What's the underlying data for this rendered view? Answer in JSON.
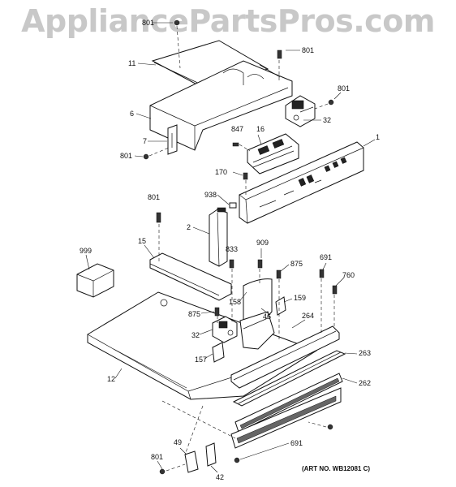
{
  "watermark": "AppliancePartsPros.com",
  "art_number": "(ART NO. WB12081 C)",
  "callouts": {
    "c801a": "801",
    "c801b": "801",
    "c801c": "801",
    "c801d": "801",
    "c801e": "801",
    "c801f": "801",
    "c11": "11",
    "c6": "6",
    "c7": "7",
    "c32a": "32",
    "c32b": "32",
    "c847": "847",
    "c16": "16",
    "c1": "1",
    "c170": "170",
    "c938": "938",
    "c2": "2",
    "c999": "999",
    "c15": "15",
    "c833": "833",
    "c909": "909",
    "c875a": "875",
    "c875b": "875",
    "c691a": "691",
    "c691b": "691",
    "c760": "760",
    "c158": "158",
    "c159": "159",
    "c46": "46",
    "c264": "264",
    "c263": "263",
    "c262": "262",
    "c157": "157",
    "c12": "12",
    "c49": "49",
    "c42": "42"
  }
}
